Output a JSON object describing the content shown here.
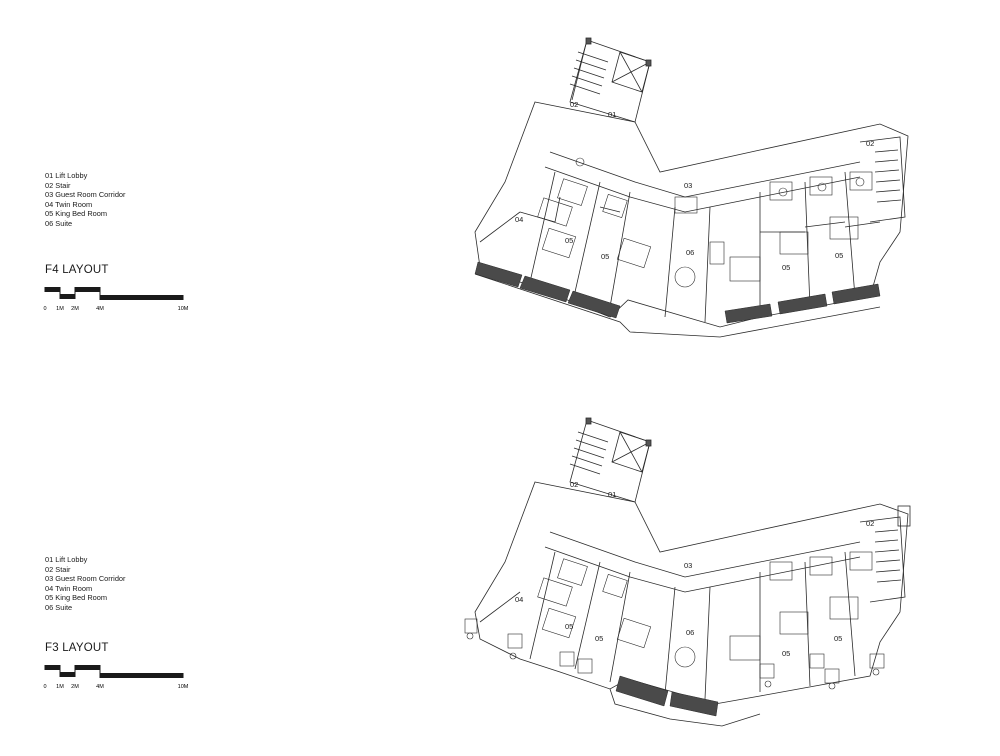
{
  "floors": [
    {
      "id": "f4",
      "title": "F4 LAYOUT",
      "legend": [
        "01 Lift Lobby",
        "02 Stair",
        "03 Guest Room Corridor",
        "04 Twin Room",
        "05 King Bed Room",
        "06 Suite"
      ],
      "scale_labels": [
        "0",
        "1M",
        "2M",
        "4M",
        "10M"
      ],
      "room_tags": [
        "01",
        "02",
        "02",
        "03",
        "04",
        "05",
        "05",
        "06",
        "05",
        "05"
      ]
    },
    {
      "id": "f3",
      "title": "F3 LAYOUT",
      "legend": [
        "01 Lift Lobby",
        "02 Stair",
        "03 Guest Room Corridor",
        "04 Twin Room",
        "05 King Bed Room",
        "06 Suite"
      ],
      "scale_labels": [
        "0",
        "1M",
        "2M",
        "4M",
        "10M"
      ],
      "room_tags": [
        "01",
        "02",
        "02",
        "03",
        "04",
        "05",
        "05",
        "06",
        "05",
        "05"
      ]
    }
  ],
  "colors": {
    "line": "#2b2b2b",
    "balcony_fill": "#4a4a4a",
    "text": "#1a1a1a"
  }
}
